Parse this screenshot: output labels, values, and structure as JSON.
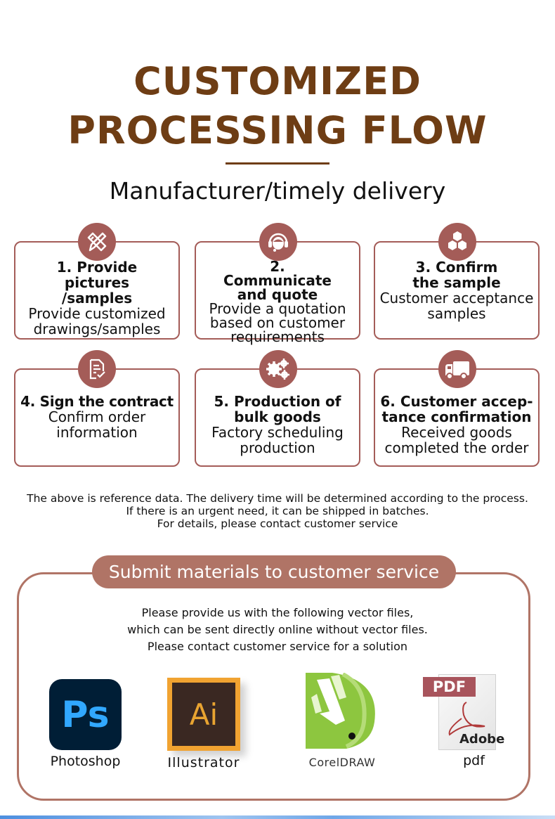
{
  "header": {
    "title_line1": "CUSTOMIZED",
    "title_line2": "PROCESSING FLOW",
    "subtitle": "Manufacturer/timely delivery",
    "accent_color": "#6e3d14"
  },
  "steps": [
    {
      "icon": "pencil-ruler-icon",
      "title": "1. Provide pictures /samples",
      "desc": "Provide customized drawings/samples"
    },
    {
      "icon": "headset-support-icon",
      "title": "2. Communicate and quote",
      "desc": "Provide a quotation based on customer requirements"
    },
    {
      "icon": "hexagon-cluster-icon",
      "title": "3. Confirm the sample",
      "desc": "Customer acceptance samples"
    },
    {
      "icon": "contract-check-icon",
      "title": "4. Sign the contract",
      "desc": "Confirm order information"
    },
    {
      "icon": "gears-icon",
      "title": "5. Production of bulk goods",
      "desc": "Factory scheduling production"
    },
    {
      "icon": "truck-icon",
      "title": "6. Customer accep- tance confirmation",
      "desc": "Received goods completed the order"
    }
  ],
  "step_color": "#a45c58",
  "note": {
    "line1": "The above is reference data. The delivery time will be determined according to the process.",
    "line2": "If there is an urgent need, it can be shipped in batches.",
    "line3": "For details, please contact customer service"
  },
  "materials": {
    "header": "Submit materials to customer service",
    "line1": "Please provide us with the following vector files,",
    "line2": "which can be sent directly online without vector files.",
    "line3": "Please contact customer service for a solution",
    "color": "#b07466",
    "apps": [
      {
        "name": "Photoshop",
        "glyph": "Ps"
      },
      {
        "name": "Illustrator",
        "glyph": "Ai"
      },
      {
        "name": "CorelDRAW",
        "glyph": ""
      },
      {
        "name": "pdf",
        "glyph": "PDF",
        "brand": "Adobe"
      }
    ]
  }
}
